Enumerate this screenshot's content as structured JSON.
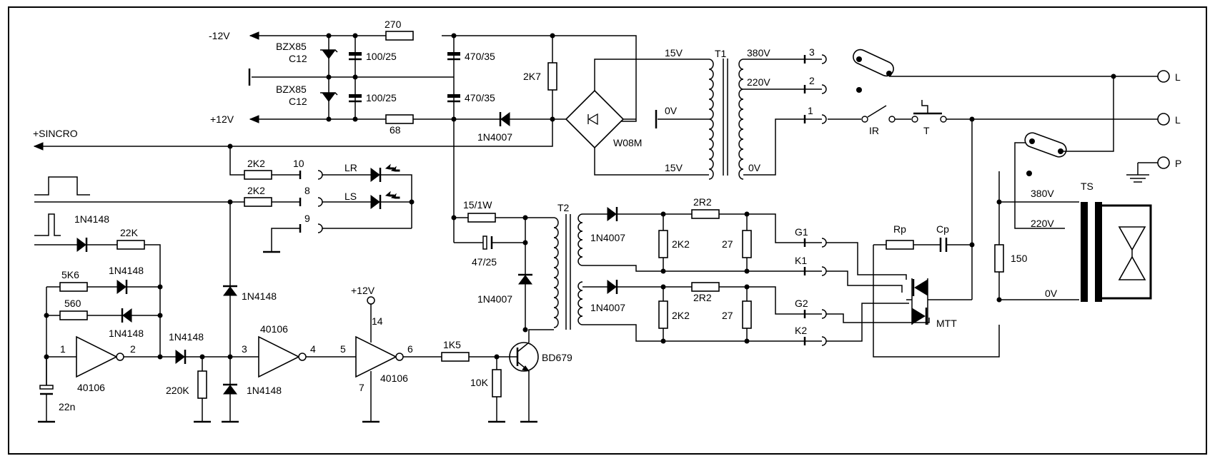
{
  "rails": {
    "minus12": "-12V",
    "plus12": "+12V",
    "sincro": "+SINCRO",
    "vcc": "+12V"
  },
  "supply": {
    "z1_type": "BZX85",
    "z1_value": "C12",
    "z2_type": "BZX85",
    "z2_value": "C12",
    "c1": "100/25",
    "c2": "100/25",
    "c3": "470/35",
    "c4": "470/35",
    "r_top": "270",
    "r_bottom": "68",
    "r_bleed": "2K7",
    "diode": "1N4007",
    "bridge": "W08M"
  },
  "t1": {
    "name": "T1",
    "sec_top": "15V",
    "sec_mid": "0V",
    "sec_bottom": "15V",
    "tap380": "380V",
    "tap220": "220V",
    "tap0": "0V"
  },
  "terminals": {
    "t3": "3",
    "t2": "2",
    "t1": "1",
    "ir": "IR",
    "t": "T",
    "l1": "L",
    "l2": "L",
    "p": "P"
  },
  "indicators": {
    "r1": "2K2",
    "r2": "2K2",
    "pin10": "10",
    "pin8": "8",
    "pin9": "9",
    "led_r": "LR",
    "led_s": "LS"
  },
  "trigger": {
    "d1": "1N4148",
    "r22k": "22K",
    "r5k6": "5K6",
    "r560": "560",
    "d2": "1N4148",
    "d3": "1N4148",
    "d4": "1N4148",
    "d5": "1N4148",
    "d6": "1N4148",
    "r220k": "220K",
    "c22n": "22n",
    "inv1": "40106",
    "inv2": "40106",
    "inv3": "40106",
    "pin1": "1",
    "pin2": "2",
    "pin3": "3",
    "pin4": "4",
    "pin5": "5",
    "pin6": "6",
    "pin7": "7",
    "pin14": "14"
  },
  "driver": {
    "r15": "15/1W",
    "c47": "47/25",
    "d7": "1N4007",
    "r1k5": "1K5",
    "r10k": "10K",
    "transistor": "BD679",
    "t2": "T2"
  },
  "gate": {
    "d8": "1N4007",
    "d9": "1N4007",
    "r2r2a": "2R2",
    "r2r2b": "2R2",
    "r2k2a": "2K2",
    "r2k2b": "2K2",
    "r27a": "27",
    "r27b": "27",
    "g1": "G1",
    "k1": "K1",
    "g2": "G2",
    "k2": "K2",
    "rp": "Rp",
    "cp": "Cp",
    "mtt": "MTT",
    "r150": "150"
  },
  "ts": {
    "name": "TS",
    "tap380": "380V",
    "tap220": "220V",
    "tap0": "0V"
  }
}
